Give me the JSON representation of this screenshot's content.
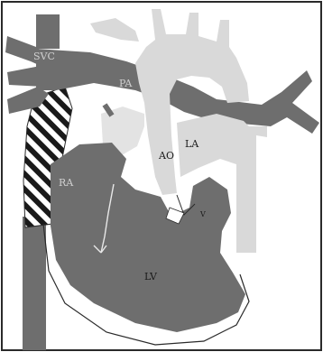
{
  "labels": {
    "svc": "SVC",
    "pa": "PA",
    "ao": "AO",
    "la": "LA",
    "ra": "RA",
    "lv": "LV",
    "rv": "V"
  },
  "colors": {
    "dark_gray": "#6e6e6e",
    "light_gray": "#d9d9d9",
    "outline": "#2a2a2a",
    "label_dark": "#1a1a1a",
    "label_light": "#cfcfcf",
    "background": "#ffffff"
  }
}
